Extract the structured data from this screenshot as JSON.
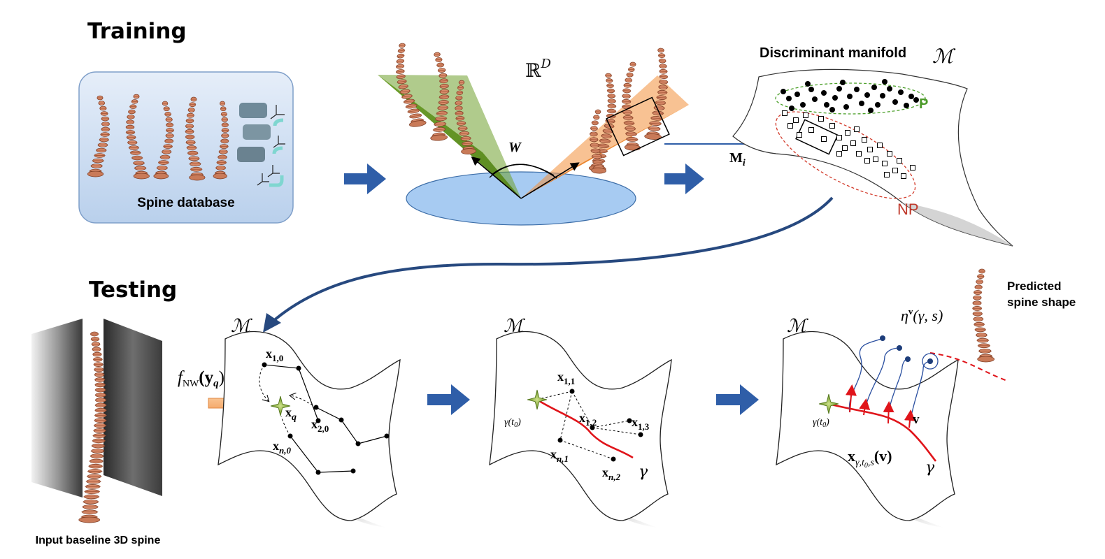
{
  "sections": {
    "training": "Training",
    "testing": "Testing"
  },
  "training": {
    "database_label": "Spine database",
    "space_label": "ℝ",
    "space_superscript": "D",
    "weight_label": "W",
    "manifold_title": "Discriminant manifold",
    "manifold_symbol": "ℳ",
    "progressive_label": "P",
    "nonprogressive_label": "NP",
    "mapping_label": "M",
    "mapping_subscript": "i"
  },
  "testing": {
    "input_label": "Input baseline 3D spine",
    "regression_label": "f",
    "regression_subscript": "NW",
    "regression_arg": "(y",
    "regression_arg_sub": "q",
    "regression_arg_close": ")",
    "manifold_symbol": "ℳ",
    "query_point": "x",
    "query_sub": "q",
    "panel1_points": [
      {
        "base": "x",
        "sub": "1,0"
      },
      {
        "base": "x",
        "sub": "2,0"
      },
      {
        "base": "x",
        "sub": "n,0"
      }
    ],
    "panel2_points": [
      {
        "base": "x",
        "sub": "1,1"
      },
      {
        "base": "x",
        "sub": "1,2"
      },
      {
        "base": "x",
        "sub": "1,3"
      },
      {
        "base": "x",
        "sub": "n,1"
      },
      {
        "base": "x",
        "sub": "n,2"
      }
    ],
    "geodesic_label": "γ",
    "geodesic_start": "γ(t",
    "geodesic_start_sub": "0",
    "geodesic_start_close": ")",
    "tangent_label": "v",
    "transported_point": "x",
    "transported_sub": "γ,t",
    "transported_sub2": "0",
    "transported_sub3": ",s",
    "transported_arg": "(v)",
    "eta_label": "η",
    "eta_sup": "v",
    "eta_arg": "(γ, s)",
    "predicted_label_line1": "Predicted",
    "predicted_label_line2": "spine shape"
  },
  "colors": {
    "arrow_blue": "#2f5ea8",
    "plane_green": "#5c8a1e",
    "plane_orange": "#e8741a",
    "disc_blue": "#9cc3ee",
    "spine_color": "#d98b6a",
    "progressive_green": "#4c9a2a",
    "nonprogressive_red": "#c0392b",
    "geodesic_red": "#e0141a",
    "transport_blue": "#2a4fa0"
  }
}
